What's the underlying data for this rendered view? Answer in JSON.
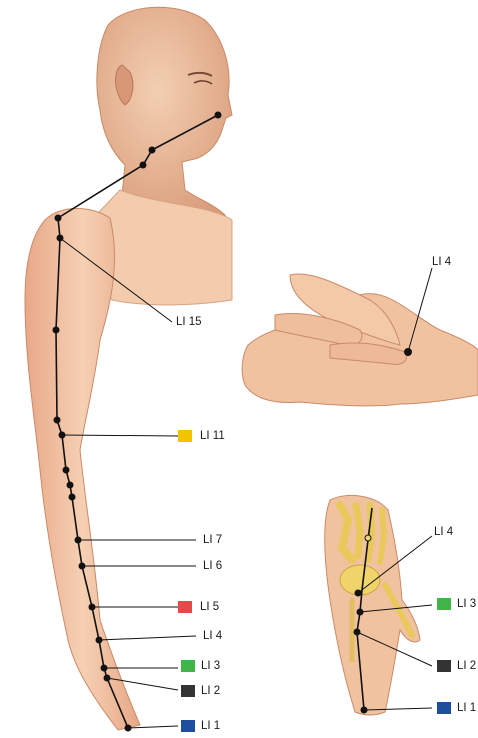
{
  "labels": {
    "li15": "LI 15",
    "li11": "LI 11",
    "li7": "LI 7",
    "li6": "LI 6",
    "li5": "LI 5",
    "li4_arm": "LI 4",
    "li3_arm": "LI 3",
    "li2_arm": "LI 2",
    "li1_arm": "LI 1",
    "li4_top": "LI 4",
    "li4_hand": "LI 4",
    "li3_hand": "LI 3",
    "li2_hand": "LI 2",
    "li1_hand": "LI 1"
  },
  "colors": {
    "li11": "#f2c400",
    "li5": "#e34b4b",
    "li3": "#3fb54a",
    "li2": "#333333",
    "li1": "#1f4f9c",
    "skin": "#f1c3a2",
    "skin_shadow": "#d99a78",
    "bone": "#f0d36a",
    "meridian": "#111111"
  }
}
